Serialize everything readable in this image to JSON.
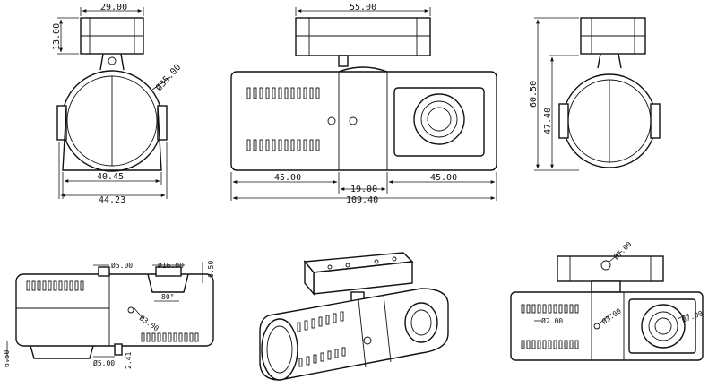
{
  "front_view": {
    "width_top": "29.00",
    "height_top": "13.00",
    "diameter": "Ø35.00",
    "width_inner": "40.45",
    "width_outer": "44.23"
  },
  "top_view": {
    "mount_width": "55.00",
    "left_len": "45.00",
    "mid_len": "19.00",
    "right_len": "45.00",
    "total_len": "109.40"
  },
  "side_view": {
    "height_total": "60.50",
    "height_body": "47.40"
  },
  "bottom_left_view": {
    "dim_a": "Ø5.00",
    "dim_b": "Ø16.00",
    "dim_c": "6.50",
    "dim_d": "Ø3.00",
    "angle": "80°",
    "dim_e": "6.50",
    "dim_f": "Ø5.00",
    "dim_g": "2.41"
  },
  "bottom_right_view": {
    "dim_a": "Ø7.00",
    "dim_b": "Ø2.00",
    "dim_c": "Ø3.00",
    "dim_d": "Ø7.00"
  }
}
